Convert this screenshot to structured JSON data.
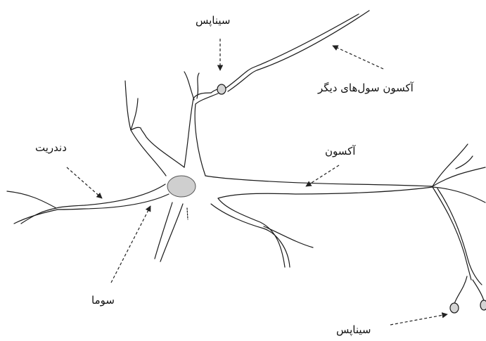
{
  "labels": {
    "synapse_top": "سیناپس",
    "other_axons": "آکسون سول‌های دیگر",
    "dendrite": "دندریت",
    "axon": "آکسون",
    "soma": "سوما",
    "synapse_bottom": "سیناپس"
  },
  "colors": {
    "line": "#1a1a1a",
    "nucleus_fill": "#cfcfcf",
    "terminal_fill": "#d4d4d4"
  }
}
